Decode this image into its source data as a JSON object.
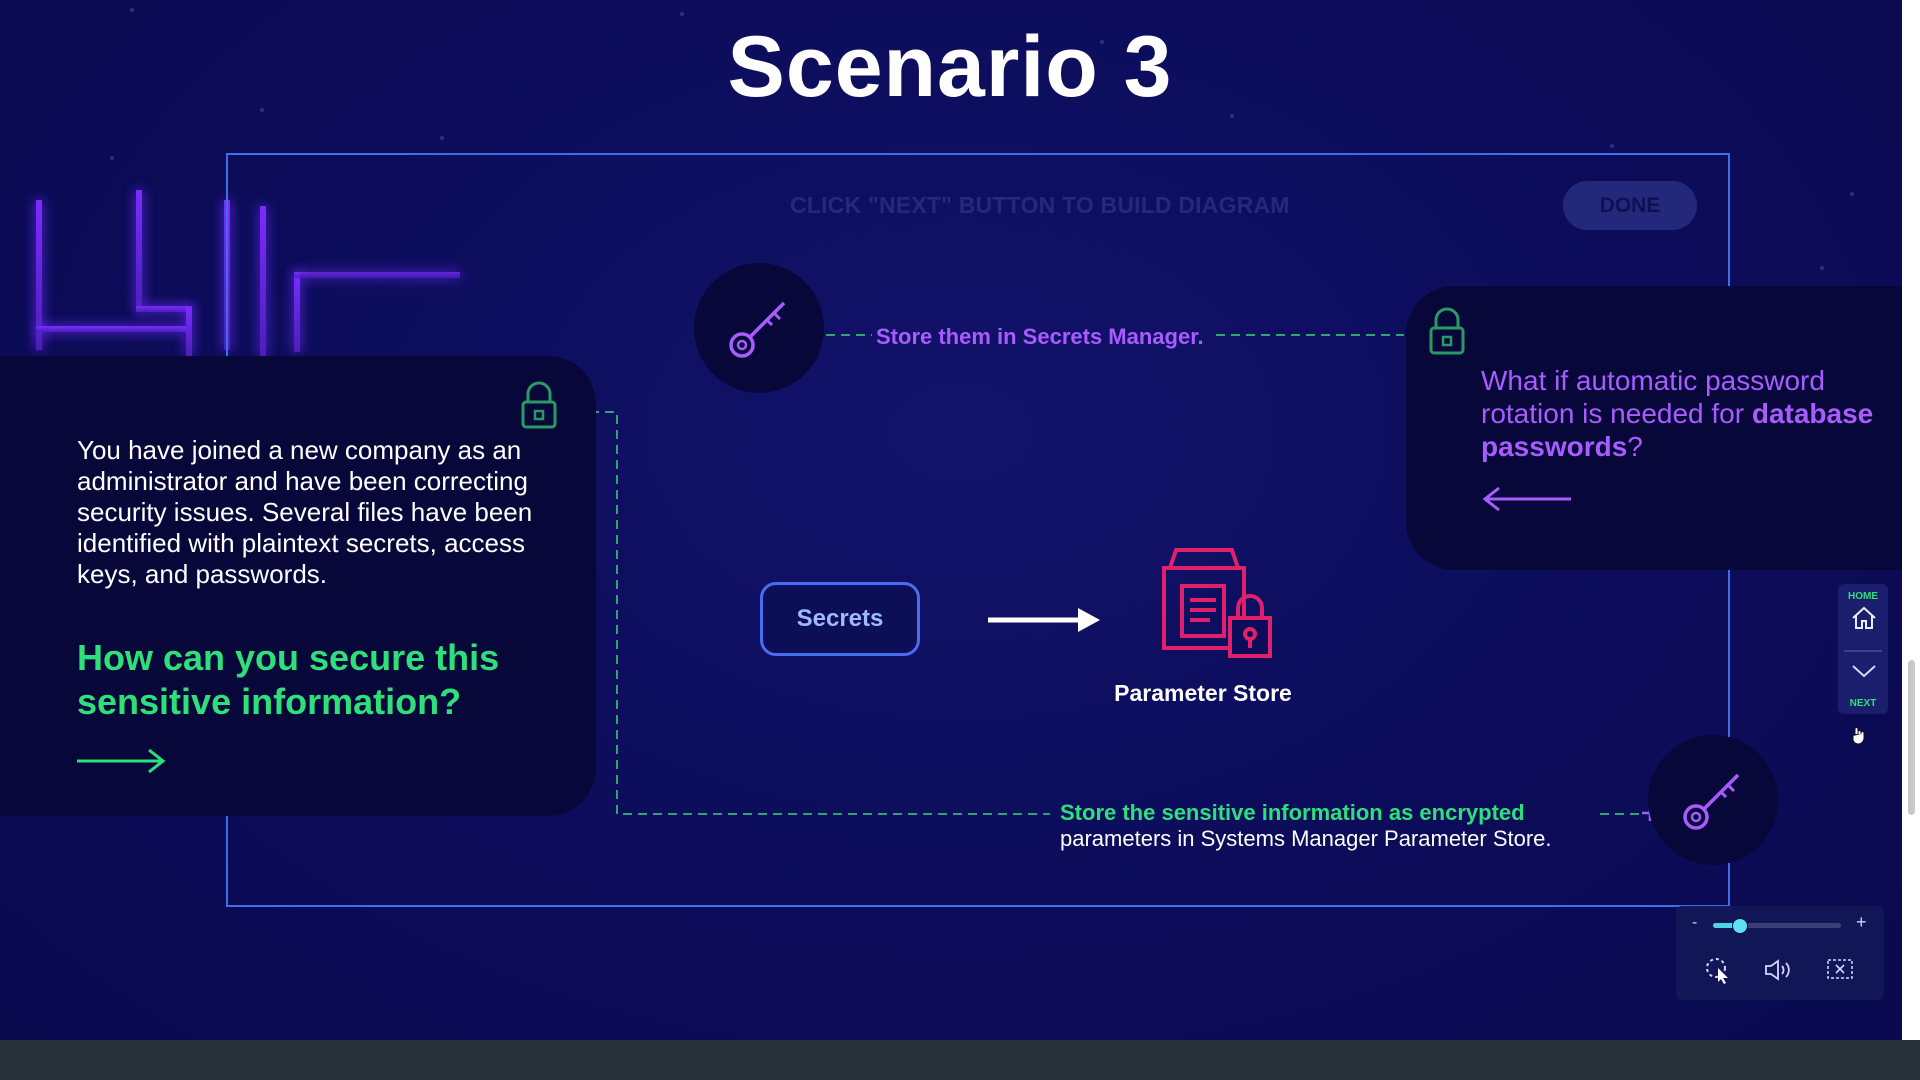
{
  "page": {
    "title": "Scenario 3",
    "instruction": "CLICK \"NEXT\" BUTTON TO BUILD DIAGRAM",
    "done_label": "DONE"
  },
  "intro_card": {
    "body": "You have joined a new company as an administrator and have been correcting security issues. Several files have been identified with plaintext secrets, access keys, and passwords.",
    "question": "How can you secure this sensitive information?",
    "arrow_icon": "arrow-right-icon"
  },
  "diagram": {
    "secrets_label": "Secrets",
    "parameter_store_label": "Parameter Store",
    "secrets_manager_callout": "Store them in Secrets Manager.",
    "encrypt_callout_strong": "Store the sensitive information as encrypted",
    "encrypt_callout_rest": "parameters in Systems Manager Parameter Store."
  },
  "rotation_card": {
    "question_prefix": "What if automatic password rotation is needed for",
    "question_bold": "database passwords",
    "question_suffix": "?",
    "arrow_icon": "arrow-left-icon"
  },
  "side_nav": {
    "home_label": "HOME",
    "next_label": "NEXT"
  },
  "player_controls": {
    "zoom_minus": "-",
    "zoom_plus": "+",
    "zoom_level": 0.2
  },
  "colors": {
    "accent_green": "#2ee07a",
    "accent_purple": "#a85cff",
    "frame_blue": "#3f6fe8",
    "store_pink": "#e0206a"
  }
}
